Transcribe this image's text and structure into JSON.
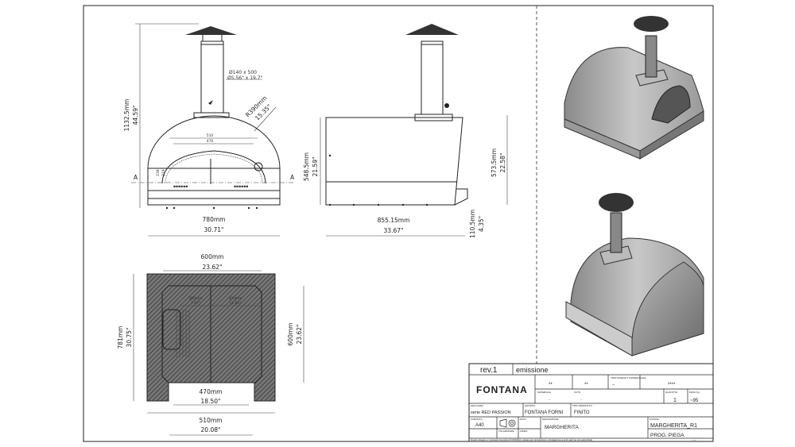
{
  "front_view": {
    "height_mm": "1132.5mm",
    "height_in": "44.59\"",
    "flue": "Ø140 x 500",
    "flue_in": "Ø5.56\" x 19.7\"",
    "radius_mm": "R390mm",
    "radius_in": "15.35\"",
    "inner_510": "510",
    "inner_470": "470",
    "h_238": "238",
    "h_219": "219",
    "section_left": "A",
    "section_right": "A",
    "width_mm": "780mm",
    "width_in": "30.71\""
  },
  "side_view": {
    "height_mm": "548.5mm",
    "height_in": "21.59\"",
    "total_mm": "573.5mm",
    "total_in": "22.58\"",
    "depth_mm": "855.15mm",
    "depth_in": "33.67\"",
    "lip_mm": "110.5mm",
    "lip_in": "4.35\""
  },
  "top_view": {
    "width_mm": "600mm",
    "width_in": "23.62\"",
    "depth_mm": "781mm",
    "depth_in": "30.75\"",
    "inner_depth_mm": "600mm",
    "inner_depth_in": "23.62\"",
    "left_mm": "200mm",
    "left_in": "7.87\"",
    "right_mm": "300mm",
    "right_in": "11.81\"",
    "mouth_mm": "470mm",
    "mouth_in": "18.50\"",
    "front_mm": "510mm",
    "front_in": "20.08\""
  },
  "title_block": {
    "rev": "rev.1",
    "emission": "emissione",
    "logo": "FONTANA",
    "finish_label": "TRATTAMENTO SUPERFICIALE",
    "val_1": "**",
    "val_2": "**",
    "val_3": "--",
    "val_4": "****",
    "material_label": "MATERIALE",
    "material": "--",
    "cuts_label": "CUTS",
    "cuts": "--",
    "qty_label": "QUANTITA'",
    "qty": "1",
    "weight_label": "PESO Kg",
    "weight": "~95",
    "machine_label": "MACCHINA",
    "machine": "serie RED PASSION",
    "group_label": "GRUPPO",
    "group": "FONTANA FORNI",
    "type_label": "TIPO PRODOTTO",
    "type": "FINITO",
    "format_label": "FORMATO",
    "format": "A40",
    "date_label": "DATA",
    "tolerance_label": "TOLLERANZE",
    "sign_label": "FIRMA",
    "desc_label": "DESCRIZIONE",
    "desc": "MARGHERITA",
    "code_label": "CODICE",
    "code": "MARGHERITA_R1",
    "prog": "PROG. PIEGA",
    "footer": "Questo disegno e' proprieta' riservata di FONTANA, vietata ogni riproduzione o divulgazione a terze parti se non autorizzata",
    "footer_right": "------"
  }
}
